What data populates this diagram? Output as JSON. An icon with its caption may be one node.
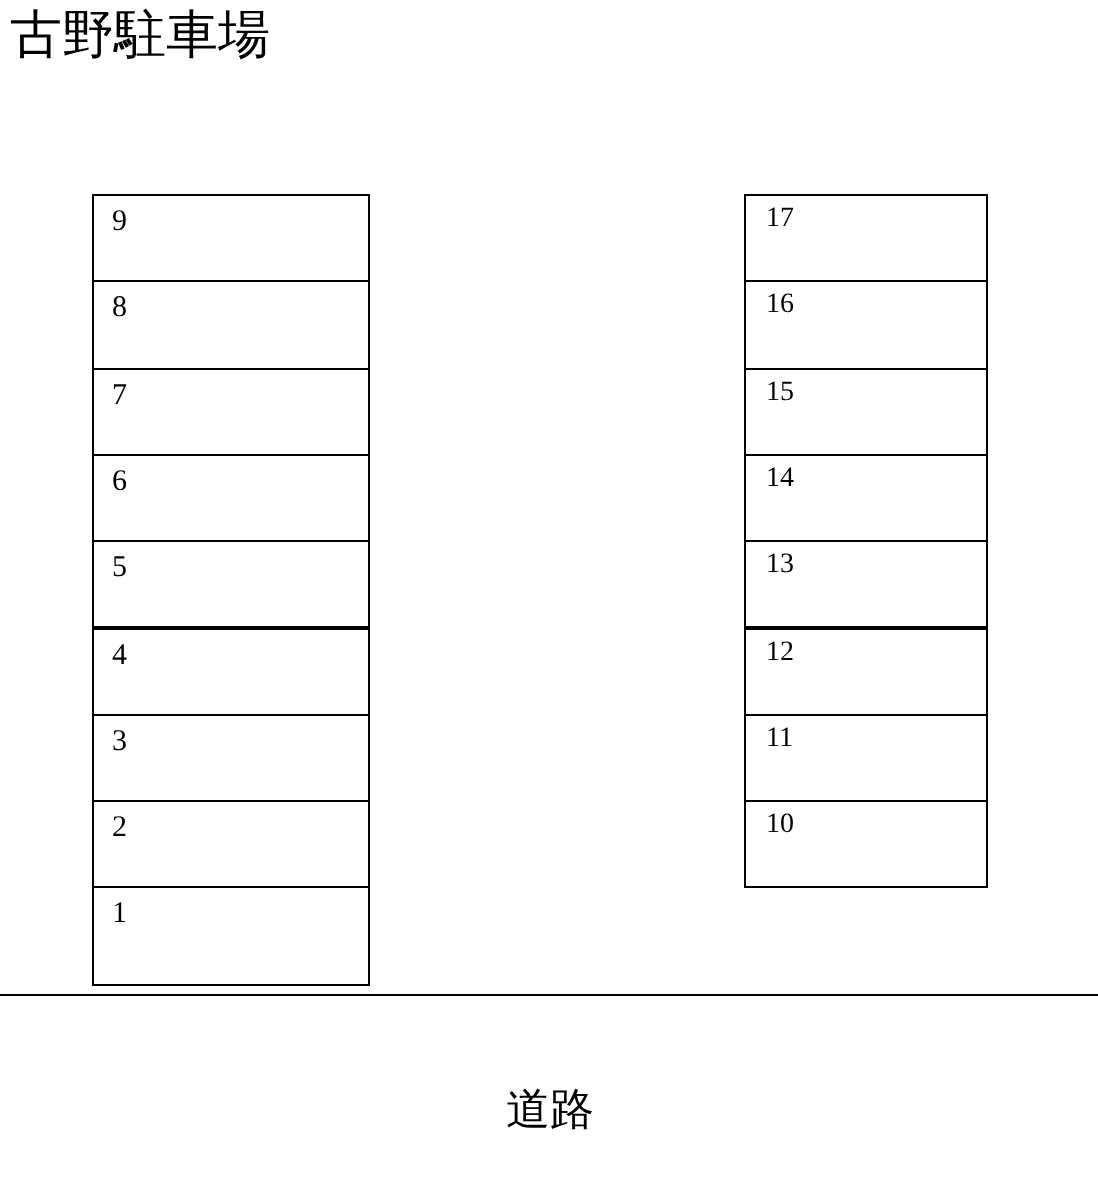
{
  "diagram": {
    "title": "古野駐車場",
    "nodes": [
      {
        "text": [
          "9"
        ]
      },
      {
        "text": [
          "8"
        ]
      },
      {
        "text": [
          "7"
        ]
      },
      {
        "text": [
          "6"
        ]
      },
      {
        "text": [
          "5"
        ]
      },
      {
        "text": [
          "4"
        ]
      },
      {
        "text": [
          "3"
        ]
      },
      {
        "text": [
          "2"
        ]
      },
      {
        "text": [
          "1"
        ]
      },
      {
        "text": [
          "17"
        ]
      },
      {
        "text": [
          "16"
        ]
      },
      {
        "text": [
          "15"
        ]
      },
      {
        "text": [
          "14"
        ]
      },
      {
        "text": [
          "13"
        ]
      },
      {
        "text": [
          "12"
        ]
      },
      {
        "text": [
          "11"
        ]
      },
      {
        "text": [
          "10"
        ]
      }
    ],
    "labels": [
      "道路"
    ]
  }
}
